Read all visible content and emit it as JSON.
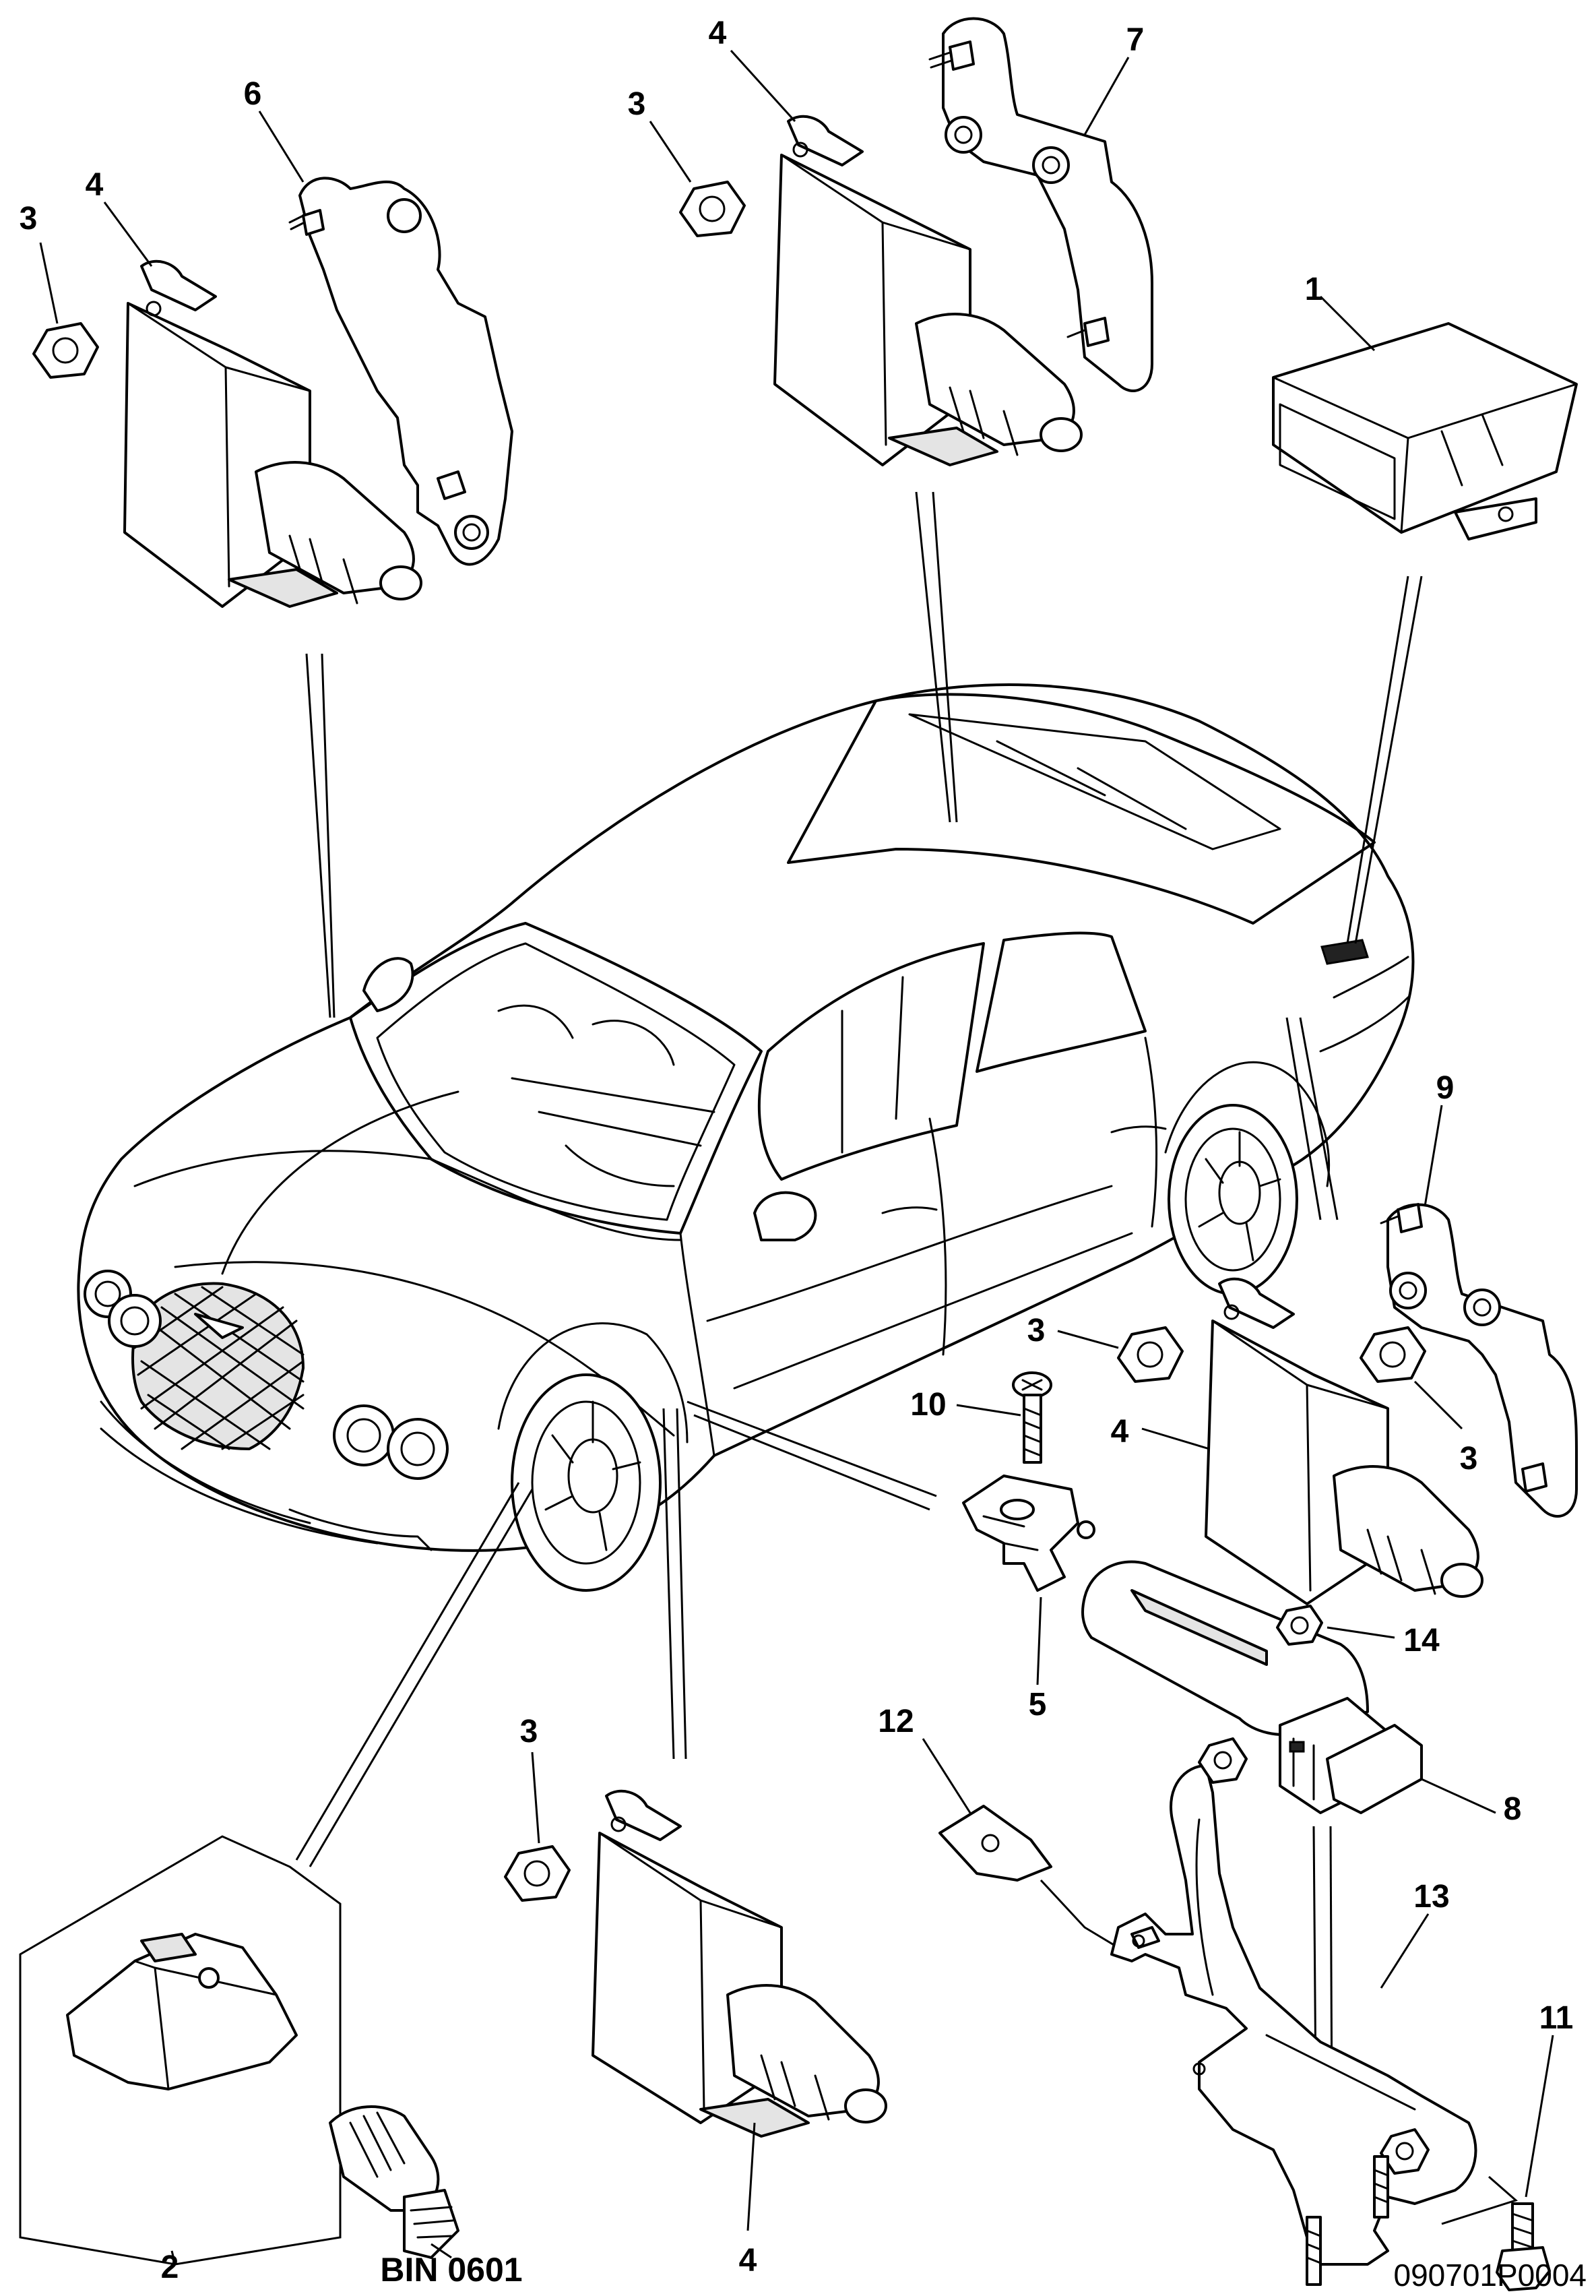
{
  "callouts": [
    {
      "id": "c1",
      "text": "1"
    },
    {
      "id": "c2",
      "text": "2"
    },
    {
      "id": "c3a",
      "text": "3"
    },
    {
      "id": "c3b",
      "text": "3"
    },
    {
      "id": "c3c",
      "text": "3"
    },
    {
      "id": "c3d",
      "text": "3"
    },
    {
      "id": "c3e",
      "text": "3"
    },
    {
      "id": "c4a",
      "text": "4"
    },
    {
      "id": "c4b",
      "text": "4"
    },
    {
      "id": "c4c",
      "text": "4"
    },
    {
      "id": "c4d",
      "text": "4"
    },
    {
      "id": "c5",
      "text": "5"
    },
    {
      "id": "c6",
      "text": "6"
    },
    {
      "id": "c7",
      "text": "7"
    },
    {
      "id": "c8",
      "text": "8"
    },
    {
      "id": "c9",
      "text": "9"
    },
    {
      "id": "c10",
      "text": "10"
    },
    {
      "id": "c11",
      "text": "11"
    },
    {
      "id": "c12",
      "text": "12"
    },
    {
      "id": "c13",
      "text": "13"
    },
    {
      "id": "c14",
      "text": "14"
    }
  ],
  "reference_label": "BIN 0601",
  "document_id": "090701P0004"
}
